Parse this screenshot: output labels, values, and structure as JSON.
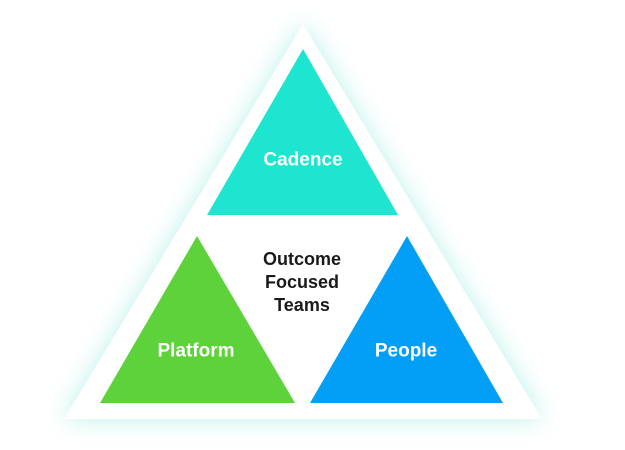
{
  "diagram": {
    "center": {
      "lines": [
        "Outcome",
        "Focused",
        "Teams"
      ],
      "color": "#1a1a1a"
    },
    "sections": [
      {
        "id": "cadence",
        "label": "Cadence",
        "fill": "#1de5cf",
        "text_color": "#ffffff"
      },
      {
        "id": "platform",
        "label": "Platform",
        "fill": "#5ed23a",
        "text_color": "#ffffff"
      },
      {
        "id": "people",
        "label": "People",
        "fill": "#039ff7",
        "text_color": "#ffffff"
      }
    ],
    "frame": {
      "fill": "#ffffff",
      "glow": "#7fe6dc"
    }
  }
}
